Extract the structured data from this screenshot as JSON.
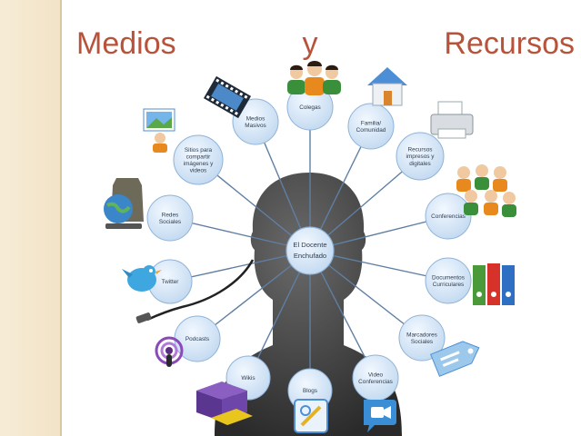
{
  "title": {
    "word1": "Medios",
    "word2": "y",
    "word3": "Recursos"
  },
  "center": {
    "lines": [
      "El Docente",
      "Enchufado"
    ]
  },
  "nodes": [
    {
      "id": "medios-masivos",
      "lines": [
        "Medios",
        "Masivos"
      ],
      "icon": "film-strip-icon"
    },
    {
      "id": "colegas",
      "lines": [
        "Colegas"
      ],
      "icon": "colleagues-icon"
    },
    {
      "id": "familia-comunidad",
      "lines": [
        "Familia/",
        "Comunidad"
      ],
      "icon": "house-icon"
    },
    {
      "id": "recursos-impresos",
      "lines": [
        "Recursos",
        "impresos y",
        "digitales"
      ],
      "icon": "printer-icon"
    },
    {
      "id": "conferencias",
      "lines": [
        "Conferencias"
      ],
      "icon": "audience-icon"
    },
    {
      "id": "documentos-curriculares",
      "lines": [
        "Documentos",
        "Curriculares"
      ],
      "icon": "binders-icon"
    },
    {
      "id": "marcadores-sociales",
      "lines": [
        "Marcadores",
        "Sociales"
      ],
      "icon": "tag-icon"
    },
    {
      "id": "video-conferencias",
      "lines": [
        "Video",
        "Conferencias"
      ],
      "icon": "video-chat-icon"
    },
    {
      "id": "blogs",
      "lines": [
        "Blogs"
      ],
      "icon": "blog-icon"
    },
    {
      "id": "wikis",
      "lines": [
        "Wikis"
      ],
      "icon": "wiki-cube-icon"
    },
    {
      "id": "podcasts",
      "lines": [
        "Podcasts"
      ],
      "icon": "podcast-icon"
    },
    {
      "id": "twitter",
      "lines": [
        "Twitter"
      ],
      "icon": "twitter-bird-icon"
    },
    {
      "id": "redes-sociales",
      "lines": [
        "Redes",
        "Sociales"
      ],
      "icon": "globe-network-icon"
    },
    {
      "id": "sitios-compartir",
      "lines": [
        "Sitios para",
        "compartir",
        "imágenes y",
        "videos"
      ],
      "icon": "photo-share-icon"
    }
  ],
  "colors": {
    "title": "#b8533b",
    "node_fill": "#d6e6f7",
    "node_stroke": "#8fb3d8",
    "connector": "#5f7fa3",
    "head": "#3a3a3a",
    "band": "#f2e3c6"
  }
}
